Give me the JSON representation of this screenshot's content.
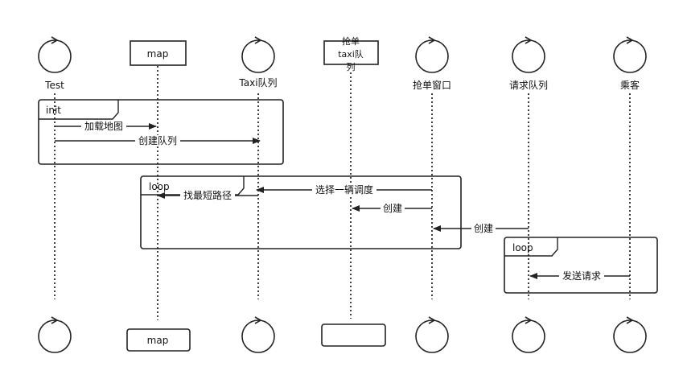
{
  "participants": {
    "test": {
      "label": "Test",
      "kind": "control",
      "footer_label": ""
    },
    "map": {
      "label": "map",
      "kind": "box",
      "footer_label": "map"
    },
    "taxi_queue": {
      "label": "Taxi队列",
      "kind": "control",
      "footer_label": ""
    },
    "grab_box": {
      "label_line1": "抢单",
      "label_line2": "taxi队",
      "label_line3": "列",
      "kind": "box",
      "footer_label": ""
    },
    "grab_window": {
      "label": "抢单窗口",
      "kind": "control",
      "footer_label": ""
    },
    "request_queue": {
      "label": "请求队列",
      "kind": "control",
      "footer_label": ""
    },
    "passenger": {
      "label": "乘客",
      "kind": "control",
      "footer_label": ""
    }
  },
  "fragments": {
    "init": {
      "label": "init"
    },
    "loop1": {
      "label": "loop"
    },
    "loop2": {
      "label": "loop"
    }
  },
  "messages": {
    "m1": {
      "label": "加载地图"
    },
    "m2": {
      "label": "创建队列"
    },
    "m3": {
      "label": "选择一辆调度"
    },
    "m4": {
      "label": "找最短路径"
    },
    "m5": {
      "label": "创建"
    },
    "m6": {
      "label": "创建"
    },
    "m7": {
      "label": "发送请求"
    }
  }
}
